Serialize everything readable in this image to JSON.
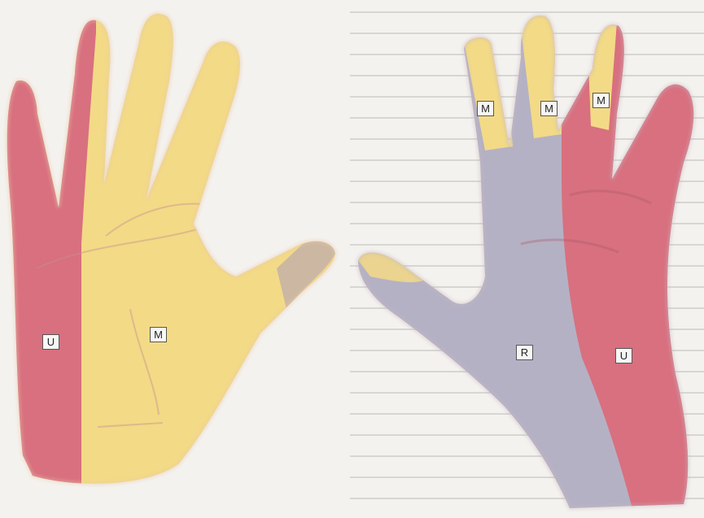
{
  "palm": {
    "labels": {
      "ulnar": "U",
      "median": "M"
    }
  },
  "dorsum": {
    "labels": {
      "median_index": "M",
      "median_middle": "M",
      "median_ring": "M",
      "radial": "R",
      "ulnar": "U"
    }
  },
  "colors": {
    "ulnar": "#d8707f",
    "median": "#f3da86",
    "radial": "#b5b1c4",
    "background": "#f4f2ef"
  }
}
